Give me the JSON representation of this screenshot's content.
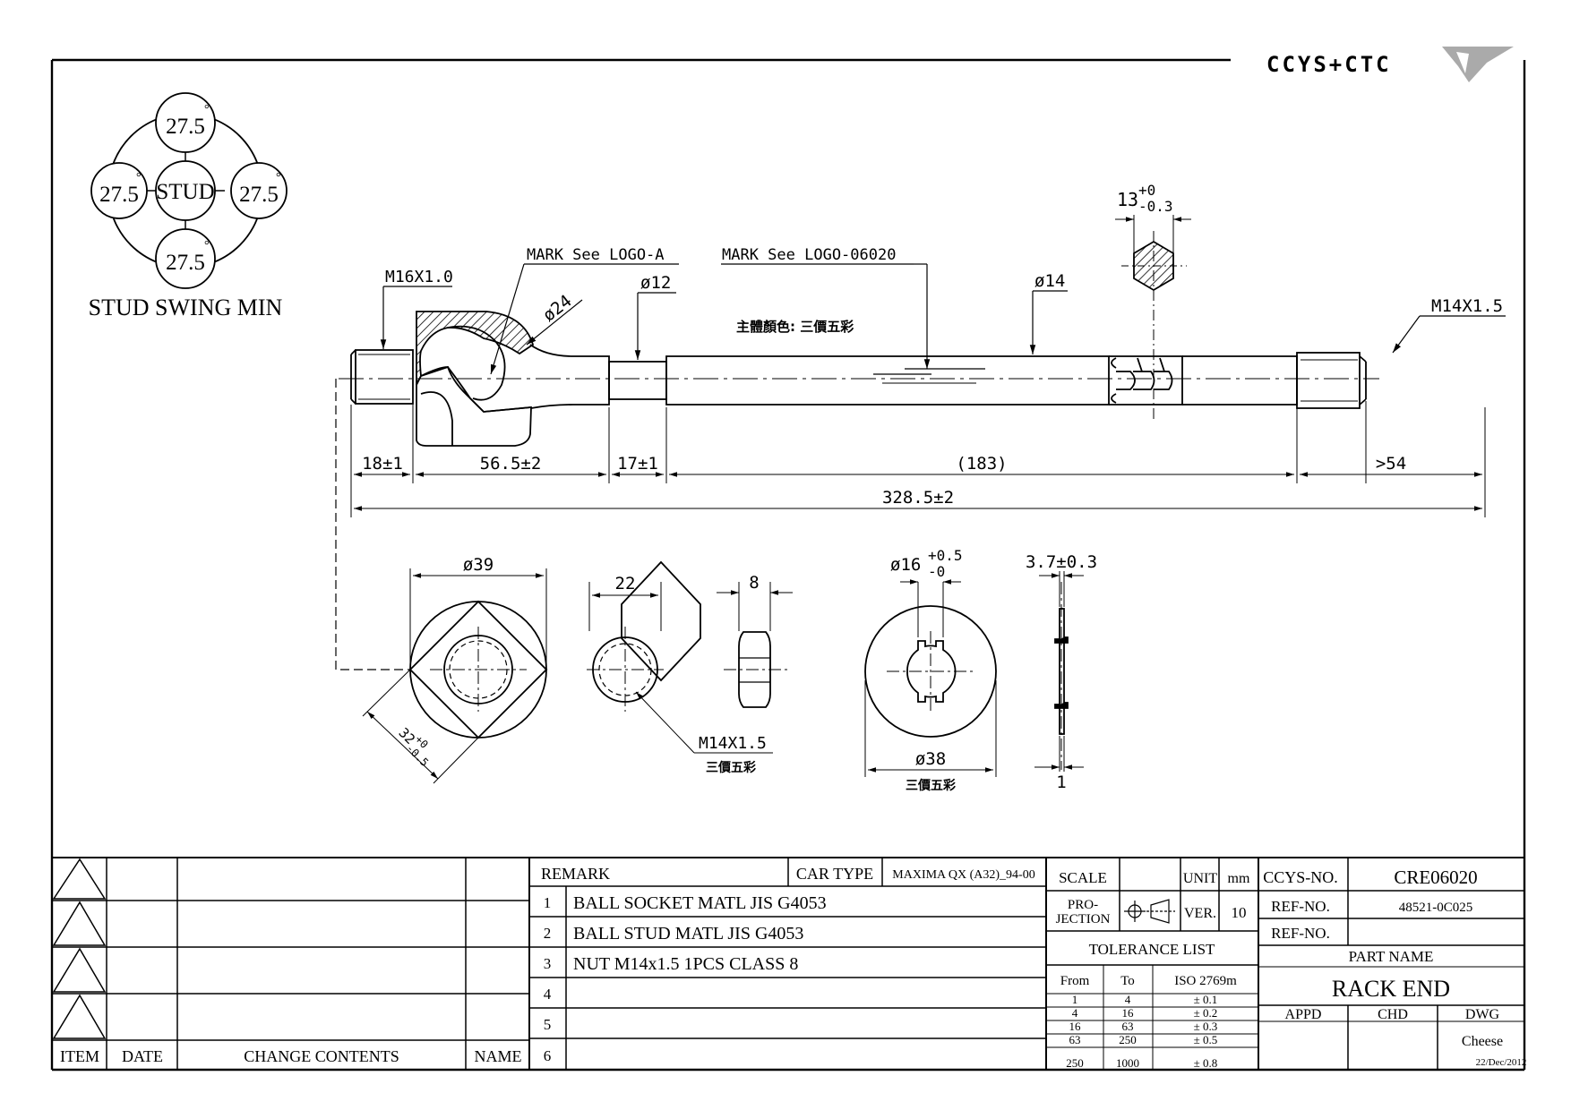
{
  "header": {
    "logo_text": "CCYS+CTC"
  },
  "stud_swing": {
    "caption": "STUD SWING MIN",
    "center": "STUD",
    "angles": [
      "27.5",
      "27.5",
      "27.5",
      "27.5"
    ],
    "degree_mark": "°"
  },
  "callouts": {
    "m16": "M16X1.0",
    "mark_logo_a": "MARK See LOGO-A",
    "mark_logo_06020": "MARK See LOGO-06020",
    "dia24": "ø24",
    "dia12": "ø12",
    "dia14": "ø14",
    "m14_rod": "M14X1.5",
    "body_color": "主體顏色: 三價五彩",
    "hex_size": "13",
    "hex_tol_plus": "+0",
    "hex_tol_minus": "-0.3"
  },
  "dimensions": {
    "d18": "18±1",
    "d56": "56.5±2",
    "d17": "17±1",
    "d183": "(183)",
    "d54": ">54",
    "total": "328.5±2"
  },
  "details": {
    "flange_dia": "ø39",
    "flange_diag": "32",
    "flange_diag_plus": "+0",
    "flange_diag_minus": "-0.5",
    "nut_width": "22",
    "nut_thick": "8",
    "nut_thread": "M14X1.5",
    "nut_finish": "三價五彩",
    "washer_inner": "ø16",
    "washer_inner_plus": "+0.5",
    "washer_inner_minus": "-0",
    "washer_outer": "ø38",
    "washer_finish": "三價五彩",
    "washer_thick": "3.7±0.3",
    "washer_tab": "1"
  },
  "revision_table": {
    "headers": {
      "item": "ITEM",
      "date": "DATE",
      "change": "CHANGE CONTENTS",
      "name": "NAME"
    }
  },
  "remarks": {
    "header": "REMARK",
    "car_type_label": "CAR TYPE",
    "car_type_value": "MAXIMA QX (A32)_94-00",
    "rows": [
      {
        "no": "1",
        "text": "BALL SOCKET MATL JIS G4053"
      },
      {
        "no": "2",
        "text": "BALL STUD MATL JIS G4053"
      },
      {
        "no": "3",
        "text": "NUT M14x1.5 1PCS CLASS 8"
      },
      {
        "no": "4",
        "text": ""
      },
      {
        "no": "5",
        "text": ""
      },
      {
        "no": "6",
        "text": ""
      }
    ]
  },
  "spec": {
    "scale_label": "SCALE",
    "scale_value": "",
    "unit_label": "UNIT",
    "unit_value": "mm",
    "projection_line1": "PRO-",
    "projection_line2": "JECTION",
    "ver_label": "VER.",
    "ver_value": "10",
    "tolerance_title": "TOLERANCE LIST",
    "tolerance_headers": [
      "From",
      "To",
      "ISO 2769m"
    ],
    "tolerance_rows": [
      [
        "1",
        "4",
        "± 0.1"
      ],
      [
        "4",
        "16",
        "± 0.2"
      ],
      [
        "16",
        "63",
        "± 0.3"
      ],
      [
        "63",
        "250",
        "± 0.5"
      ],
      [
        "250",
        "1000",
        "± 0.8"
      ]
    ]
  },
  "title_block": {
    "ccys_label": "CCYS-NO.",
    "ccys_value": "CRE06020",
    "ref1_label": "REF-NO.",
    "ref1_value": "48521-0C025",
    "ref2_label": "REF-NO.",
    "ref2_value": "",
    "part_name_label": "PART NAME",
    "part_name": "RACK END",
    "appd": "APPD",
    "chd": "CHD",
    "dwg": "DWG",
    "drawer": "Cheese",
    "date": "22/Dec/2012"
  }
}
